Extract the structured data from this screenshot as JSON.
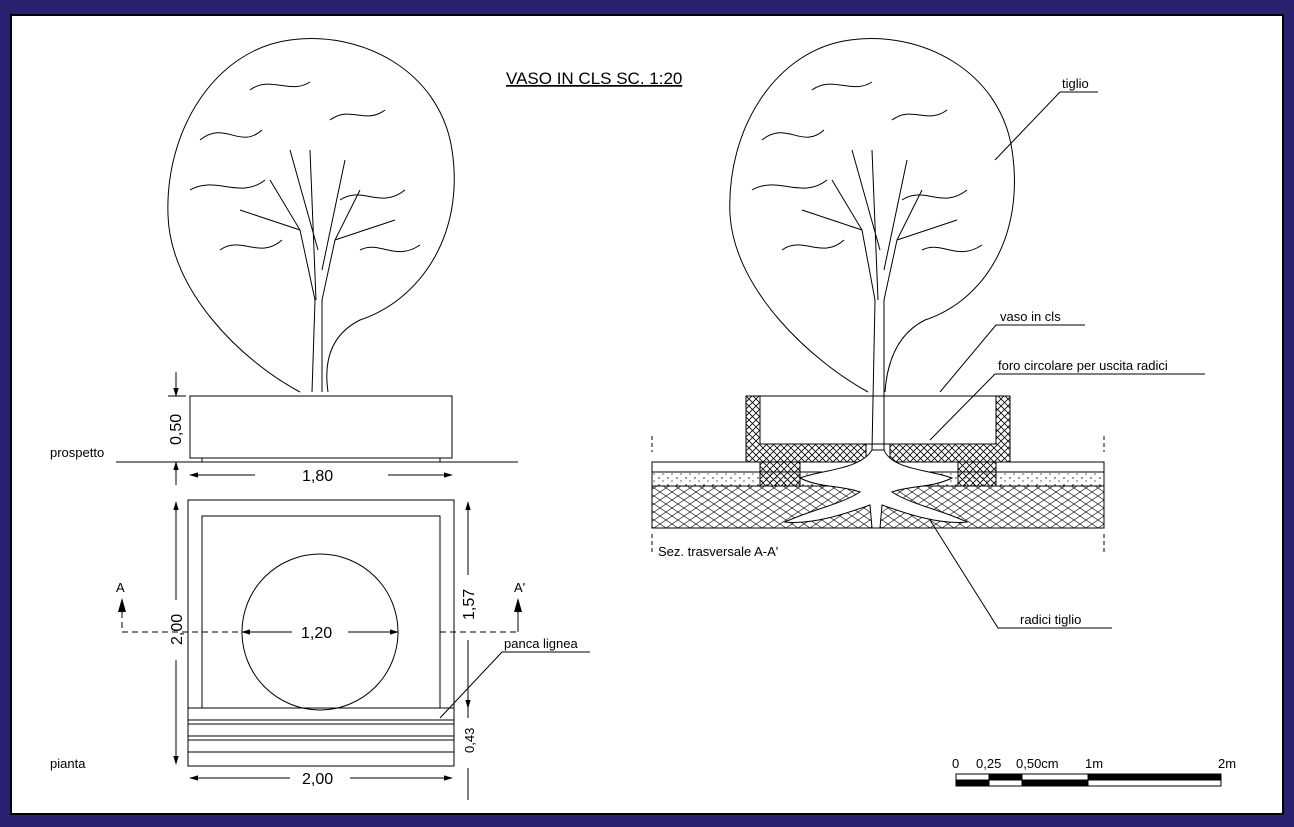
{
  "title": "VASO IN CLS SC. 1:20",
  "elevation": {
    "label": "prospetto",
    "height_dim": "0,50",
    "width_dim": "1,80"
  },
  "plan": {
    "label": "pianta",
    "width_dim": "2,00",
    "height_dim": "2,00",
    "circle_dim": "1,20",
    "inner_dim": "1,57",
    "bench_dim": "0,43",
    "bench_label": "panca lignea",
    "section_a": "A",
    "section_a_prime": "A'"
  },
  "section": {
    "caption": "Sez. trasversale A-A'",
    "labels": {
      "tree": "tiglio",
      "pot": "vaso in cls",
      "hole": "foro circolare per uscita radici",
      "roots": "radici tiglio"
    }
  },
  "scale_bar": {
    "labels": [
      "0",
      "0,25",
      "0,50cm",
      "1m",
      "2m"
    ]
  },
  "colors": {
    "border": "#2a2070",
    "paper": "#ffffff",
    "ink": "#000000"
  }
}
